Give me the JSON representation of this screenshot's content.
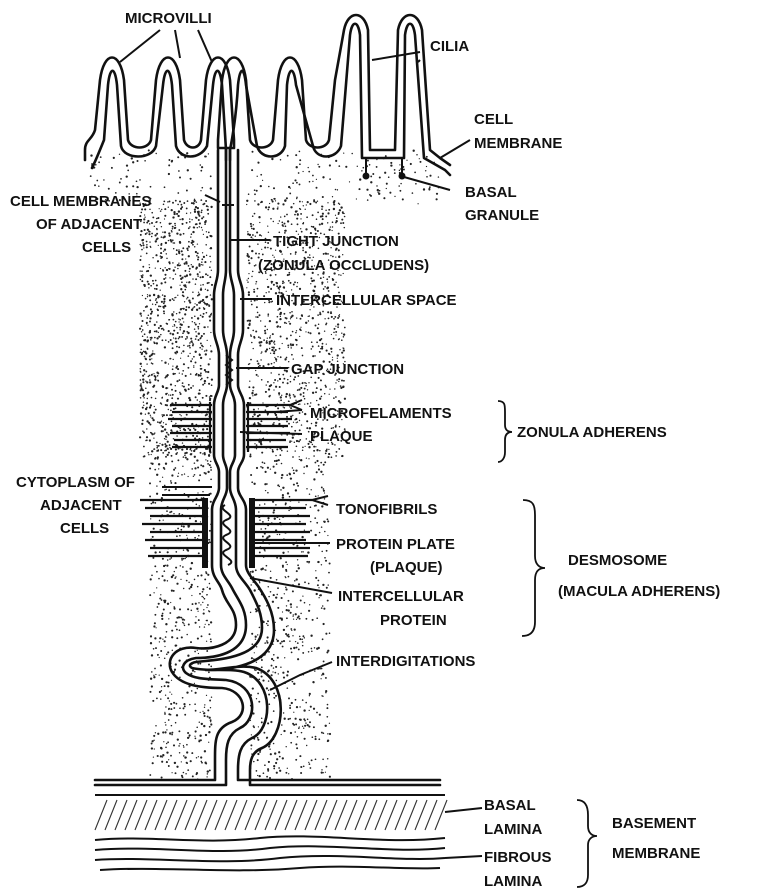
{
  "labels": {
    "microvilli": "MICROVILLI",
    "cilia": "CILIA",
    "cell_membrane_1": "CELL",
    "cell_membrane_2": "MEMBRANE",
    "basal_granule_1": "BASAL",
    "basal_granule_2": "GRANULE",
    "cell_membranes_adjacent_1": "CELL MEMBRANES",
    "cell_membranes_adjacent_2": "OF ADJACENT",
    "cell_membranes_adjacent_3": "CELLS",
    "tight_junction_1": "TIGHT JUNCTION",
    "tight_junction_2": "(ZONULA OCCLUDENS)",
    "intercellular_space": "INTERCELLULAR SPACE",
    "gap_junction": "GAP JUNCTION",
    "microfelaments": "MICROFELAMENTS",
    "plaque": "PLAQUE",
    "zonula_adherens": "ZONULA ADHERENS",
    "cytoplasm_adjacent_1": "CYTOPLASM OF",
    "cytoplasm_adjacent_2": "ADJACENT",
    "cytoplasm_adjacent_3": "CELLS",
    "tonofibrils": "TONOFIBRILS",
    "protein_plate_1": "PROTEIN PLATE",
    "protein_plate_2": "(PLAQUE)",
    "desmosome_1": "DESMOSOME",
    "desmosome_2": "(MACULA ADHERENS)",
    "intercellular_protein_1": "INTERCELLULAR",
    "intercellular_protein_2": "PROTEIN",
    "interdigitations": "INTERDIGITATIONS",
    "basal_lamina_1": "BASAL",
    "basal_lamina_2": "LAMINA",
    "fibrous_lamina_1": "FIBROUS",
    "fibrous_lamina_2": "LAMINA",
    "basement_membrane_1": "BASEMENT",
    "basement_membrane_2": "MEMBRANE"
  }
}
